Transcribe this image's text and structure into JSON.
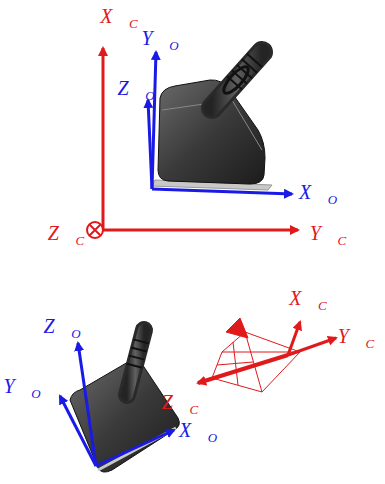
{
  "diagram": {
    "labels": [
      "X⃗C",
      "Y⃗O",
      "Z⃗O",
      "X⃗O",
      "Z⃗C",
      "Y⃗C",
      "Z⃗O",
      "Y⃗O",
      "X⃗O",
      "X⃗C",
      "Y⃗C",
      "Z⃗C"
    ]
  }
}
